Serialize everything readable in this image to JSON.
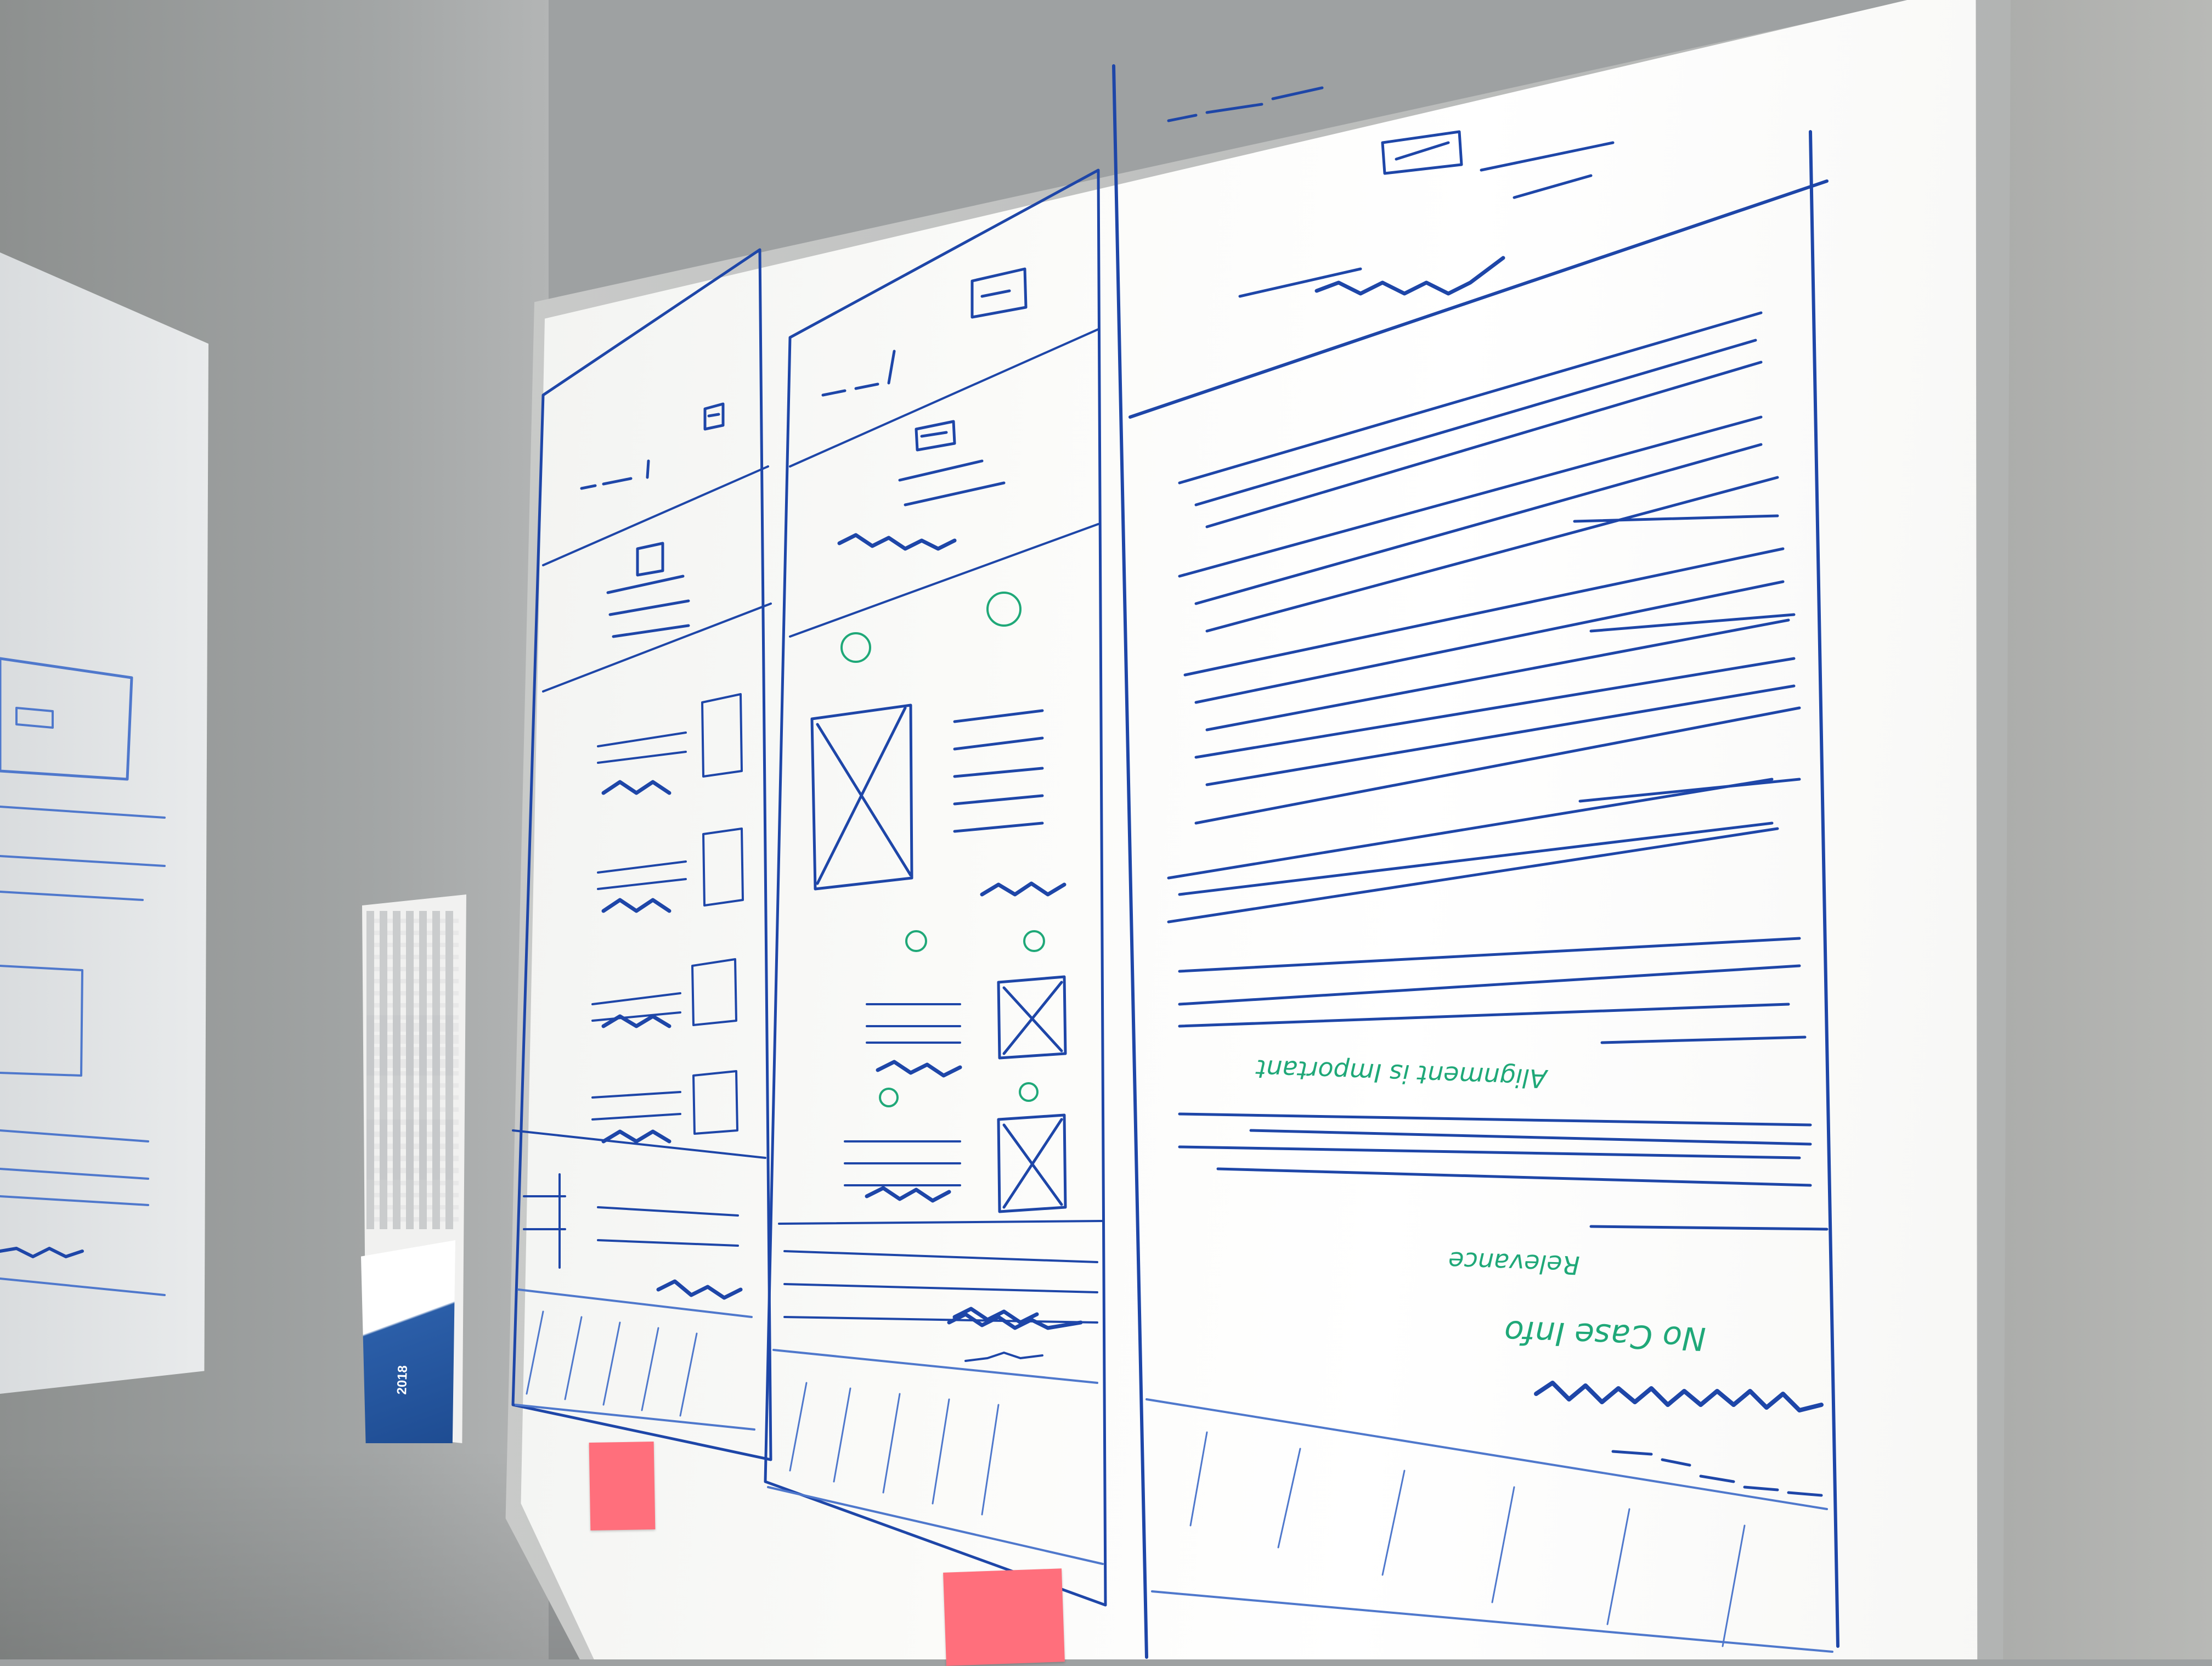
{
  "scene": {
    "subject": "whiteboard with hand-drawn wireframe sketches",
    "ink_colors": {
      "blue": "#1e46a8",
      "green": "#1fa878"
    },
    "note_color": "#ff6f7c"
  },
  "board": {
    "annotations": {
      "label_a": "Alignment is Important",
      "label_b": "Relevance",
      "label_c": "No Case Info"
    }
  },
  "calendar": {
    "year": "2018"
  }
}
